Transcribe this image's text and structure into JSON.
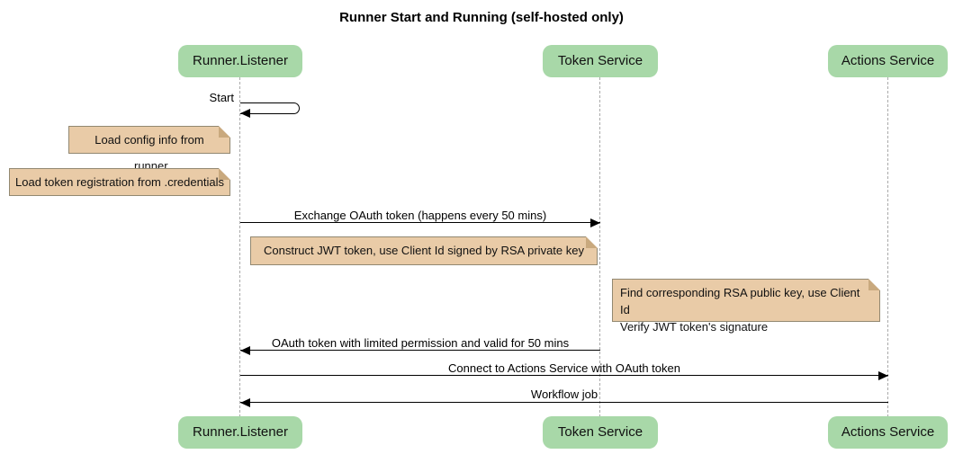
{
  "title": "Runner Start and Running (self-hosted only)",
  "participants": [
    {
      "label": "Runner.Listener"
    },
    {
      "label": "Token Service"
    },
    {
      "label": "Actions Service"
    }
  ],
  "messages": [
    {
      "label": "Start",
      "from": "Runner.Listener",
      "to": "Runner.Listener",
      "kind": "self"
    },
    {
      "label": "Exchange OAuth token (happens every 50 mins)",
      "from": "Runner.Listener",
      "to": "Token Service",
      "kind": "solid-arrow"
    },
    {
      "label": "OAuth token with limited permission and valid for 50 mins",
      "from": "Token Service",
      "to": "Runner.Listener",
      "kind": "solid-arrow"
    },
    {
      "label": "Connect to Actions Service with OAuth token",
      "from": "Runner.Listener",
      "to": "Actions Service",
      "kind": "solid-arrow"
    },
    {
      "label": "Workflow job",
      "from": "Actions Service",
      "to": "Runner.Listener",
      "kind": "solid-arrow"
    }
  ],
  "notes": [
    {
      "lines": [
        "Load config info from .runner"
      ]
    },
    {
      "lines": [
        "Load token registration from .credentials"
      ]
    },
    {
      "lines": [
        "Construct JWT token, use Client Id signed by RSA private key"
      ]
    },
    {
      "lines": [
        "Find corresponding RSA public key, use Client Id",
        "Verify JWT token's signature"
      ]
    }
  ],
  "colors": {
    "participant_fill": "#A8D8A8",
    "note_fill": "#E9CBA7",
    "note_border": "#928871",
    "note_fold": "#C9A97E",
    "lifeline": "#AAAAAA",
    "arrow": "#000000",
    "background": "#FFFFFF"
  }
}
